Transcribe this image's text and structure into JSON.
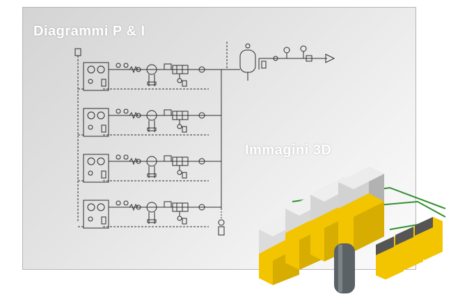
{
  "labels": {
    "pid_title": "Diagrammi P & I",
    "images_3d_title": "Immagini 3D"
  },
  "colors": {
    "panel_bg": "#e2e2e2",
    "schematic_line": "#2b2b2b",
    "dryer_yellow": "#f2c500",
    "dryer_grey": "#9a9a9a",
    "pipe_green": "#2f8f2f",
    "label_text": "#ffffff"
  },
  "diagram": {
    "compressor_rows": 4,
    "components_per_row": [
      "compressor",
      "filter",
      "dryer",
      "filter-bank",
      "valve"
    ],
    "main_outlet": "arrow-right",
    "tank": "air-receiver"
  },
  "model_3d": {
    "units": 4,
    "auxiliary_units": 3,
    "tank": "vertical-receiver"
  }
}
